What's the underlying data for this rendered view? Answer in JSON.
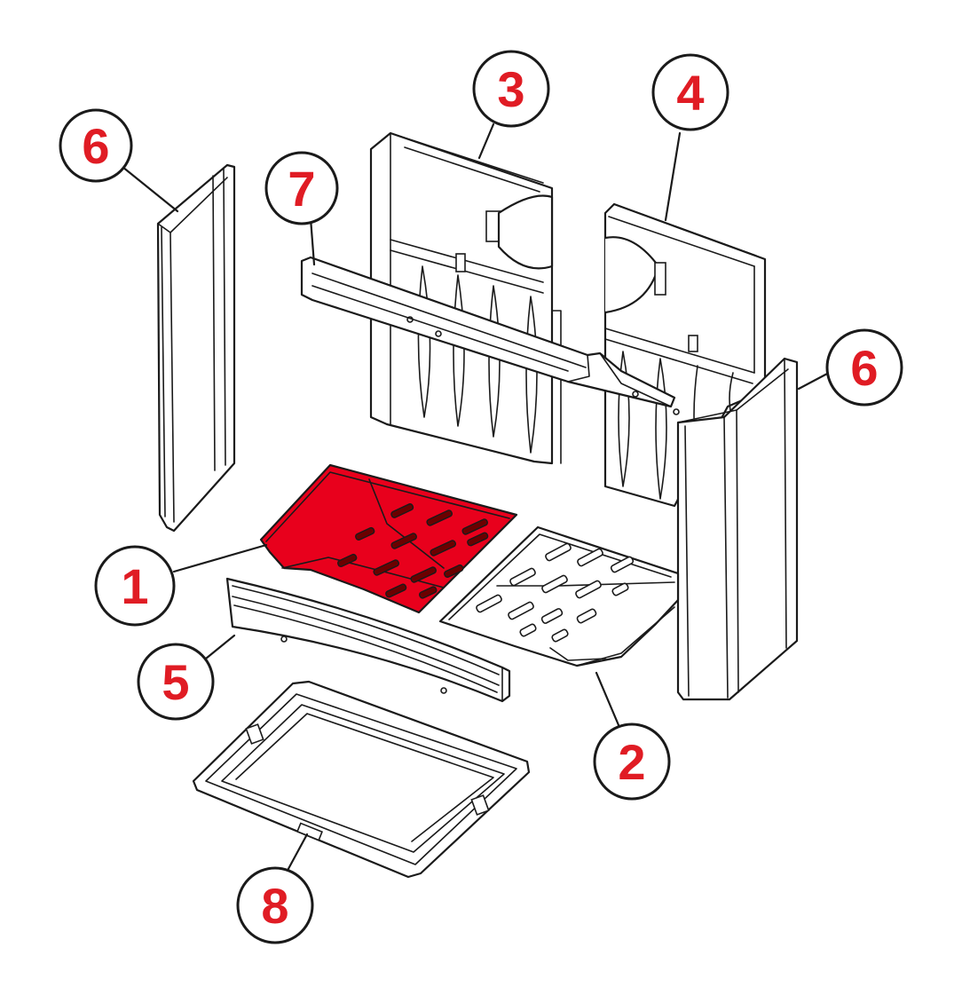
{
  "colors": {
    "highlight": "#e8001c",
    "callout_text": "#e01c24",
    "outline": "#1a1a1a",
    "background": "#ffffff"
  },
  "callouts": [
    {
      "id": "6a",
      "label": "6",
      "part": "side-panel-left"
    },
    {
      "id": "7",
      "label": "7",
      "part": "baffle-plate"
    },
    {
      "id": "3",
      "label": "3",
      "part": "back-panel-left"
    },
    {
      "id": "4",
      "label": "4",
      "part": "back-panel-right"
    },
    {
      "id": "6b",
      "label": "6",
      "part": "side-panel-right"
    },
    {
      "id": "1",
      "label": "1",
      "part": "grate-left-highlighted"
    },
    {
      "id": "5",
      "label": "5",
      "part": "front-fence"
    },
    {
      "id": "2",
      "label": "2",
      "part": "grate-right"
    },
    {
      "id": "8",
      "label": "8",
      "part": "ash-pan"
    }
  ],
  "highlighted_part": "grate-left-highlighted"
}
